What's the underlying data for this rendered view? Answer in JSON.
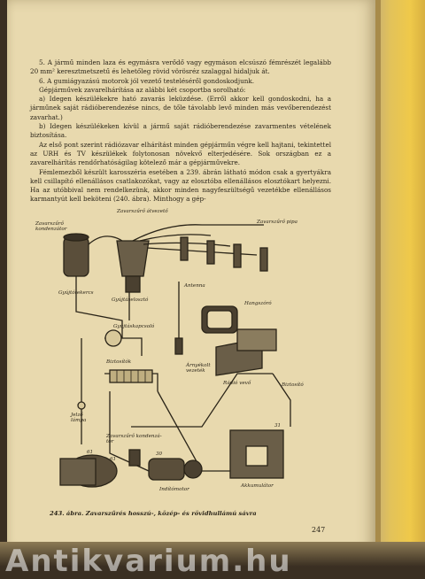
{
  "page": {
    "paragraphs": [
      {
        "text": "5. A jármű minden laza és egymásra verődő vagy egymáson elcsúszó fémrészét legalább 20 mm² keresztmetszetű és lehetőleg rövid vörösréz szalaggal hidaljuk át.",
        "indent": true
      },
      {
        "text": "6. A gumiágyazású motorok jól vezető testeléséről gondoskodjunk.",
        "indent": true
      },
      {
        "text": "Gépjárművek zavarelhárítása az alábbi két csoportba sorolható:",
        "indent": true
      },
      {
        "text": "a) Idegen készülékekre ható zavarás leküzdése. (Erről akkor kell gondoskodni, ha a járműnek saját rádióberendezése nincs, de tőle távolabb levő minden más vevőberendezést zavarhat.)",
        "indent": true,
        "italic_lead": true
      },
      {
        "text": "b) Idegen készülékeken kívül a jármű saját rádióberendezése zavarmentes vételének biztosítása.",
        "indent": true,
        "italic_lead": true
      },
      {
        "text": "Az első pont szerint rádiózavar elhárítást minden gépjárműn végre kell hajtani, tekintettel az URH és TV készülékek folytonosan növekvő elterjedésére. Sok országban ez a zavarelhárítás rendőrhatóságilag kötelező már a gépjárművekre.",
        "indent": true
      },
      {
        "text": "Fémlemezből készült karosszéria esetében a 239. ábrán látható módon csak a gyertyákra kell csillapító ellenállásos csatlakozókat, vagy az elosztóba ellenállásos elosztókart helyezni. Ha az utóbbival nem rendelkezünk, akkor minden nagyfeszültségű vezetékbe ellenállásos karmantyút kell beköteni (240. ábra). Minthogy a gép-",
        "indent": true
      }
    ],
    "diagram_labels": {
      "zavarszuro_atvezeto": "Zavarszűrő átvezető",
      "zavarszuro_kondenzator_1": "Zavarszűrő\nkondenzátor",
      "zavarszuro_pipa": "Zavarszűrő pipa",
      "gyujtotekercs": "Gyújtótekercs",
      "gyujtaselosztó": "Gyújtáselosztó",
      "antenna": "Antenna",
      "hangszoro": "Hangszóró",
      "gyujtaskapcsolo": "Gyújtáskapcsoló",
      "biztositok": "Biztosítók",
      "arnyekolt_vezetek": "Árnyékolt\nvezeték",
      "radio_vevo": "Rádió vevő",
      "biztosito": "Biztosító",
      "jelzo_lampa": "Jelző\nlámpa",
      "zavarszuro_kondenzator_2": "Zavarszűrő kondenzá-\ntor",
      "label_31": "31",
      "label_61a": "61",
      "label_61b": "61",
      "label_30": "30",
      "inditomotor": "Indítómotor",
      "akkumulator": "Akkumulátor"
    },
    "caption": "243. ábra. Zavarszűrés hosszú-, közép- és rövidhullámú sávra",
    "page_number": "247",
    "watermark": "Antikvarium.hu"
  }
}
